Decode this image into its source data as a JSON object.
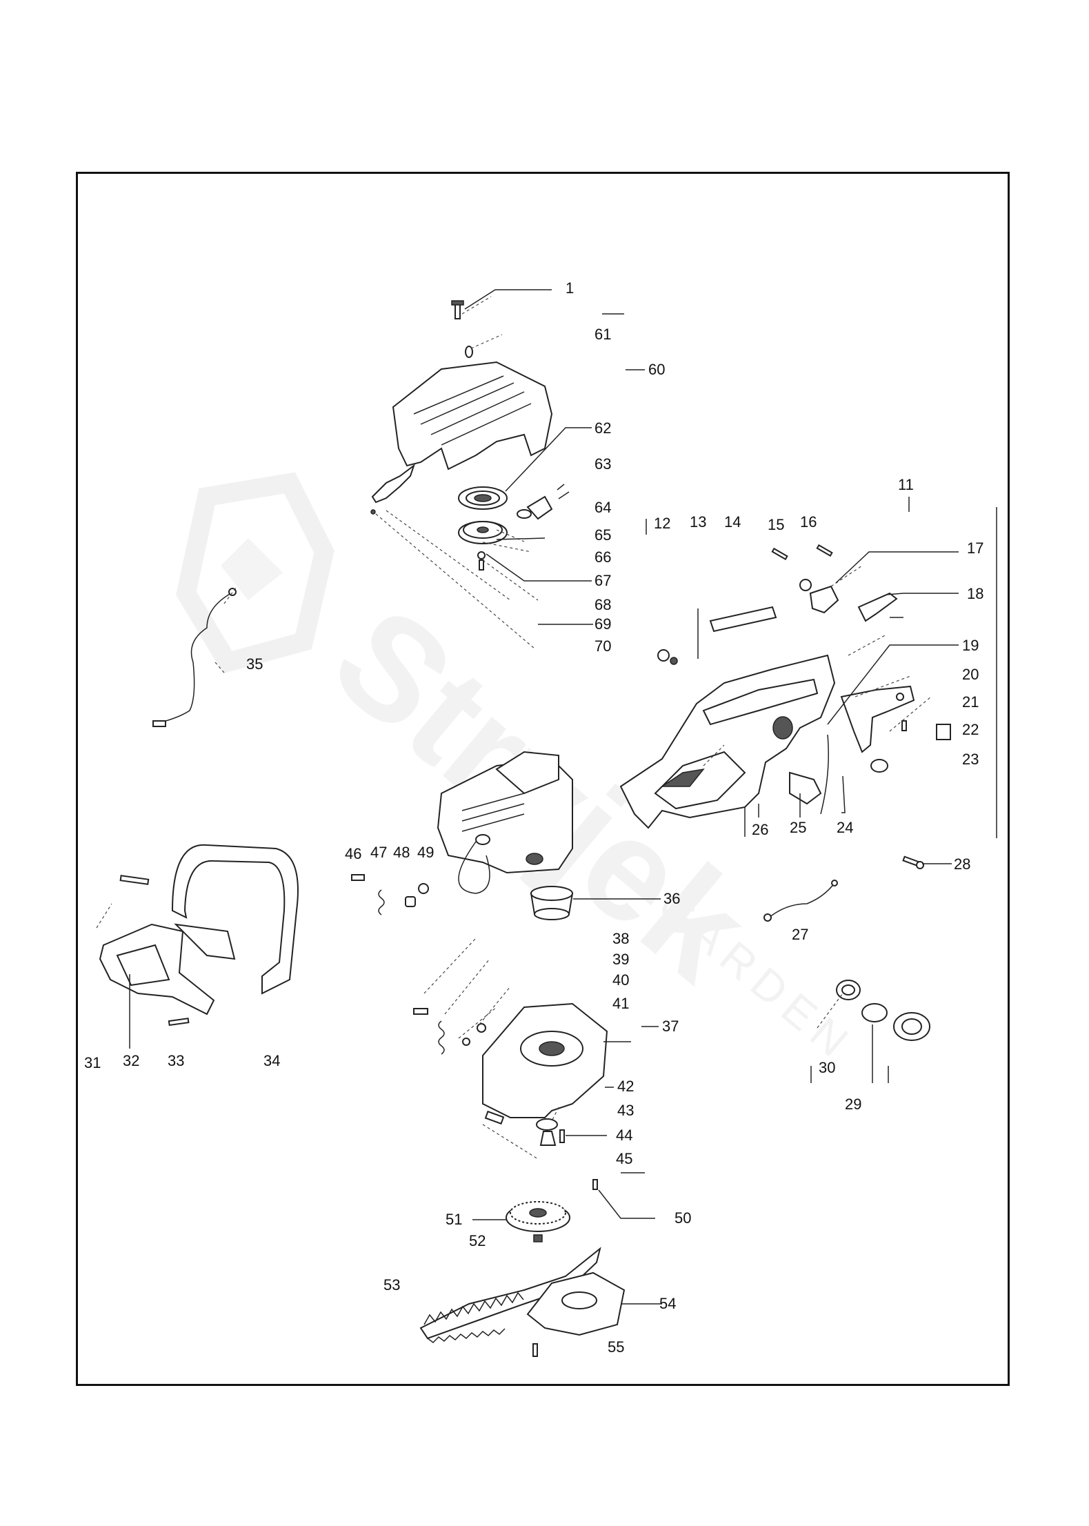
{
  "watermark": {
    "brand": "Stryjek",
    "subtitle": "GARDEN"
  },
  "callouts": [
    "1",
    "61",
    "60",
    "62",
    "63",
    "64",
    "65",
    "66",
    "67",
    "68",
    "69",
    "70",
    "11",
    "12",
    "13",
    "14",
    "15",
    "16",
    "17",
    "18",
    "19",
    "20",
    "21",
    "22",
    "23",
    "24",
    "25",
    "26",
    "27",
    "28",
    "29",
    "30",
    "31",
    "32",
    "33",
    "34",
    "35",
    "36",
    "37",
    "38",
    "39",
    "40",
    "41",
    "42",
    "43",
    "44",
    "45",
    "46",
    "47",
    "48",
    "49",
    "50",
    "51",
    "52",
    "53",
    "54",
    "55"
  ]
}
